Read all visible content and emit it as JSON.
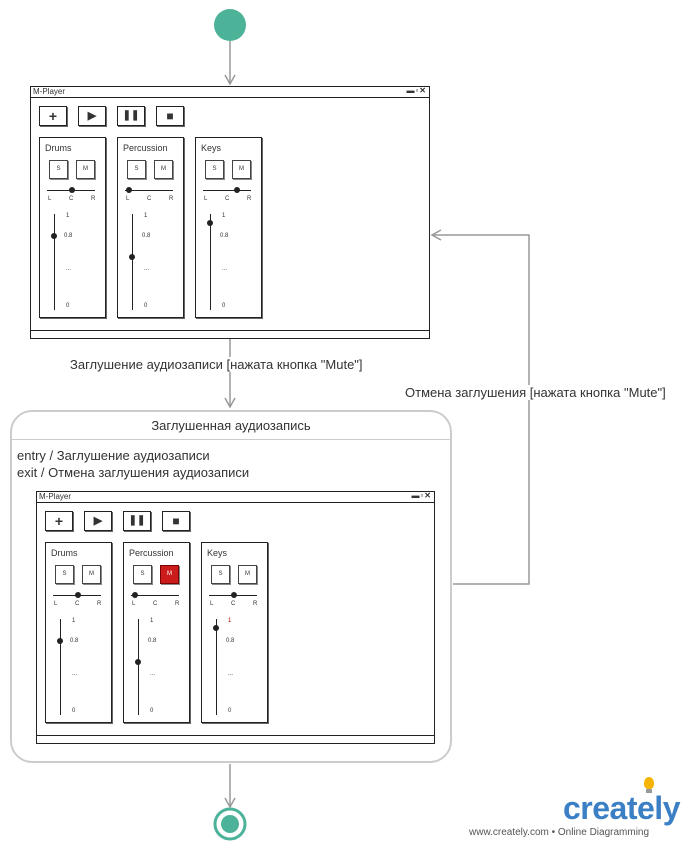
{
  "diagram": {
    "transition_mute": "Заглушение аудиозаписи [нажата кнопка \"Mute\"]",
    "transition_unmute": "Отмена заглушения [нажата кнопка \"Mute\"]",
    "state": {
      "title": "Заглушенная аудиозапись",
      "entry": "entry / Заглушение аудиозаписи",
      "exit": "exit / Отмена заглушения аудиозаписи"
    },
    "colors": {
      "node": "#4cb399",
      "arrow": "#999999",
      "state_border": "#cccccc",
      "mute_active": "#cc1b1b"
    }
  },
  "player_top": {
    "title": "M-Player",
    "window_controls": "▬▫✕",
    "toolbar": {
      "add": "+",
      "play": "▶",
      "pause": "❚❚",
      "stop": "■"
    },
    "channels": [
      {
        "name": "Drums",
        "solo": "S",
        "mute": "M",
        "pan_l": "L",
        "pan_c": "C",
        "pan_r": "R",
        "v1": "1",
        "v2": "0.8",
        "v3": "...",
        "v4": "0"
      },
      {
        "name": "Percussion",
        "solo": "S",
        "mute": "M",
        "pan_l": "L",
        "pan_c": "C",
        "pan_r": "R",
        "v1": "1",
        "v2": "0.8",
        "v3": "...",
        "v4": "0"
      },
      {
        "name": "Keys",
        "solo": "S",
        "mute": "M",
        "pan_l": "L",
        "pan_c": "C",
        "pan_r": "R",
        "v1": "1",
        "v2": "0.8",
        "v3": "...",
        "v4": "0"
      }
    ]
  },
  "player_bottom": {
    "title": "M-Player",
    "window_controls": "▬▫✕",
    "toolbar": {
      "add": "+",
      "play": "▶",
      "pause": "❚❚",
      "stop": "■"
    },
    "channels": [
      {
        "name": "Drums",
        "solo": "S",
        "mute": "M",
        "pan_l": "L",
        "pan_c": "C",
        "pan_r": "R",
        "v1": "1",
        "v2": "0.8",
        "v3": "...",
        "v4": "0"
      },
      {
        "name": "Percussion",
        "solo": "S",
        "mute": "M",
        "pan_l": "L",
        "pan_c": "C",
        "pan_r": "R",
        "v1": "1",
        "v2": "0.8",
        "v3": "...",
        "v4": "0"
      },
      {
        "name": "Keys",
        "solo": "S",
        "mute": "M",
        "pan_l": "L",
        "pan_c": "C",
        "pan_r": "R",
        "v1": "1",
        "v2": "0.8",
        "v3": "...",
        "v4": "0"
      }
    ]
  },
  "branding": {
    "logo": "creately",
    "footer": "www.creately.com • Online Diagramming"
  }
}
